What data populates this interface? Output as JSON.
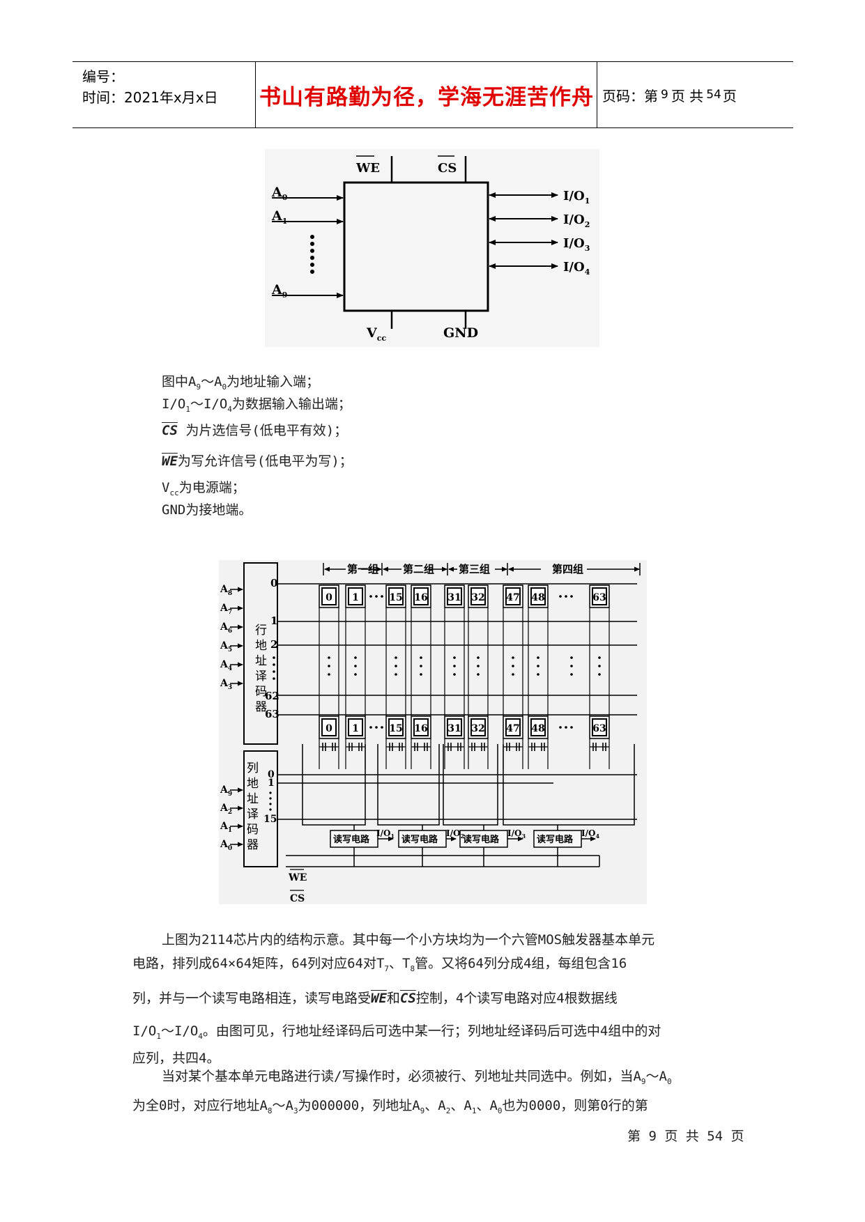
{
  "header": {
    "number_label": "编号：",
    "time_label": "时间：2021年x月x日",
    "motto": "书山有路勤为径，学海无涯苦作舟",
    "page_prefix": "页码：第",
    "page_num": "9",
    "page_mid": "页  共",
    "page_total": "54",
    "page_suffix": "页"
  },
  "figure1": {
    "we": "WE",
    "cs": "CS",
    "a0": "A",
    "a0_sub": "0",
    "a1": "A",
    "a1_sub": "1",
    "a9": "A",
    "a9_sub": "9",
    "io_prefix": "I/O",
    "io_subs": [
      "1",
      "2",
      "3",
      "4"
    ],
    "vcc": "V",
    "vcc_sub": "cc",
    "gnd": "GND"
  },
  "pins": {
    "l1_a": "图中A",
    "l1_s1": "9",
    "l1_b": "～A",
    "l1_s2": "0",
    "l1_c": "为地址输入端；",
    "l2_a": "I/O",
    "l2_s1": "1",
    "l2_b": "～I/O",
    "l2_s2": "4",
    "l2_c": "为数据输入输出端；",
    "l3_sym": "CS",
    "l3_text": " 为片选信号(低电平有效)；",
    "l4_sym": "WE",
    "l4_text": "为写允许信号(低电平为写)；",
    "l5_a": "V",
    "l5_s": "cc",
    "l5_b": "为电源端；",
    "l6": "GND为接地端。"
  },
  "figure2": {
    "groups": [
      "第一组",
      "第二组",
      "第三组",
      "第四组"
    ],
    "row_decoder": [
      "行",
      "地",
      "址",
      "译",
      "码",
      "器"
    ],
    "col_decoder": [
      "列",
      "地",
      "址",
      "译",
      "码",
      "器"
    ],
    "row_inputs": [
      {
        "a": "A",
        "s": "8"
      },
      {
        "a": "A",
        "s": "7"
      },
      {
        "a": "A",
        "s": "6"
      },
      {
        "a": "A",
        "s": "5"
      },
      {
        "a": "A",
        "s": "4"
      },
      {
        "a": "A",
        "s": "3"
      }
    ],
    "col_inputs": [
      {
        "a": "A",
        "s": "9"
      },
      {
        "a": "A",
        "s": "2"
      },
      {
        "a": "A",
        "s": "1"
      },
      {
        "a": "A",
        "s": "0"
      }
    ],
    "row_labels": [
      "0",
      "1",
      "2",
      "62",
      "63"
    ],
    "col_labels": [
      "0",
      "1",
      "15"
    ],
    "cells": [
      "0",
      "1",
      "15",
      "16",
      "31",
      "32",
      "47",
      "48",
      "63"
    ],
    "rw_circuit": "读写电路",
    "io_labels": [
      "I/O",
      "I/O",
      "I/O",
      "I/O"
    ],
    "io_subs": [
      "1",
      "2",
      "3",
      "4"
    ],
    "we": "WE",
    "cs": "CS"
  },
  "paragraph1": {
    "r1": "上图为2114芯片内的结构示意。其中每一个小方块均为一个六管MOS触发器基本单元",
    "r2_a": "电路，排列成64×64矩阵，64列对应64对T",
    "r2_s1": "7",
    "r2_b": "、T",
    "r2_s2": "8",
    "r2_c": "管。又将64列分成4组，每组包含16",
    "r3_a": "列，并与一个读写电路相连，读写电路受",
    "r3_we": "WE",
    "r3_b": "和",
    "r3_cs": "CS",
    "r3_c": "控制，4个读写电路对应4根数据线",
    "r4_a": "I/O",
    "r4_s1": "1",
    "r4_b": "～I/O",
    "r4_s2": "4",
    "r4_c": "。由图可见，行地址经译码后可选中某一行；列地址经译码后可选中4组中的对",
    "r5": "应列，共四4。"
  },
  "paragraph2": {
    "r1_a": "当对某个基本单元电路进行读/写操作时，必须被行、列地址共同选中。例如，当A",
    "r1_s1": "9",
    "r1_b": "～A",
    "r1_s2": "0",
    "r2_a": "为全0时，对应行地址A",
    "r2_s1": "8",
    "r2_b": "～A",
    "r2_s2": "3",
    "r2_c": "为000000，列地址A",
    "r2_s3": "9",
    "r2_d": "、A",
    "r2_s4": "2",
    "r2_e": "、A",
    "r2_s5": "1",
    "r2_f": "、A",
    "r2_s6": "0",
    "r2_g": "也为0000，则第0行的第"
  },
  "footer": {
    "text": "第 9 页 共 54 页"
  }
}
